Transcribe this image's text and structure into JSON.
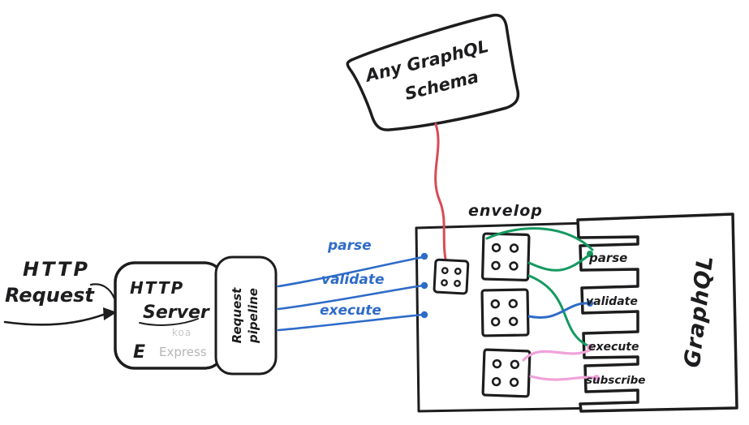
{
  "colors": {
    "ink": "#1d1d1f",
    "blue": "#2e6bc8",
    "green": "#149a60",
    "pink": "#f0a2da",
    "red": "#d84b56",
    "gray": "#b5b5b5"
  },
  "incoming": {
    "line1": "HTTP",
    "line2": "Request"
  },
  "server_box": {
    "line1": "HTTP",
    "line2": "Server",
    "koa": "koa",
    "express_logo": "E",
    "express": "Express"
  },
  "pipeline_box": {
    "line1": "Request",
    "line2": "pipeline"
  },
  "pipeline_labels": {
    "parse": "parse",
    "validate": "validate",
    "execute": "execute"
  },
  "envelop": {
    "label": "envelop"
  },
  "schema_note": {
    "line1": "Any GraphQL",
    "line2": "Schema"
  },
  "graphql": {
    "label": "GraphQL",
    "hooks": [
      "parse",
      "validate",
      "execute",
      "subscribe"
    ]
  }
}
